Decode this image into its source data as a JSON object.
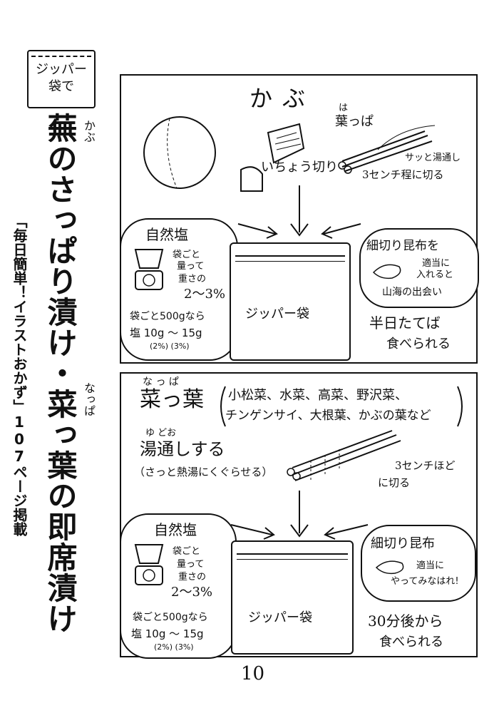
{
  "side": {
    "tag_line1": "ジッパー",
    "tag_line2": "袋で",
    "title_part1": "蕪のさっぱり漬け・菜っ葉の即席漬け",
    "furigana_kabu": "かぶ",
    "furigana_nappa": "なっぱ",
    "source": "「毎日簡単！イラストおかず」107ページ掲載"
  },
  "panel1": {
    "heading": "かぶ",
    "icho_label": "いちょう切り",
    "happa_label": "葉っぱ",
    "happa_furigana": "は",
    "happa_note1": "サッと湯通し",
    "happa_note2": "3センチ程に切る",
    "salt_title": "自然塩",
    "salt_note1": "袋ごと",
    "salt_note2": "量って",
    "salt_note3": "重さの",
    "salt_percent": "2〜3%",
    "salt_calc1": "袋ごと500gなら",
    "salt_calc2": "塩 10g 〜 15g",
    "salt_calc3": "(2%)  (3%)",
    "bag_label": "ジッパー袋",
    "kombu_title": "細切り昆布を",
    "kombu_note1": "適当に",
    "kombu_note2": "入れると",
    "kombu_note3": "山海の出会い",
    "ready1": "半日たてば",
    "ready2": "食べられる"
  },
  "panel2": {
    "heading": "菜っ葉",
    "heading_furigana": "な  っ  ぱ",
    "greens_line1": "小松菜、水菜、高菜、野沢菜、",
    "greens_line2": "チンゲンサイ、大根葉、かぶの葉など",
    "blanch": "湯通しする",
    "blanch_furigana": "ゆ どお",
    "blanch_note": "（さっと熱湯にくぐらせる）",
    "cut_note1": "3センチほど",
    "cut_note2": "に切る",
    "salt_title": "自然塩",
    "salt_note1": "袋ごと",
    "salt_note2": "量って",
    "salt_note3": "重さの",
    "salt_percent": "2〜3%",
    "salt_calc1": "袋ごと500gなら",
    "salt_calc2": "塩 10g 〜 15g",
    "salt_calc3": "(2%)  (3%)",
    "bag_label": "ジッパー袋",
    "kombu_title": "細切り昆布",
    "kombu_note1": "適当に",
    "kombu_note2": "やってみなはれ!",
    "ready1": "30分後から",
    "ready2": "食べられる"
  },
  "page_number": "10"
}
